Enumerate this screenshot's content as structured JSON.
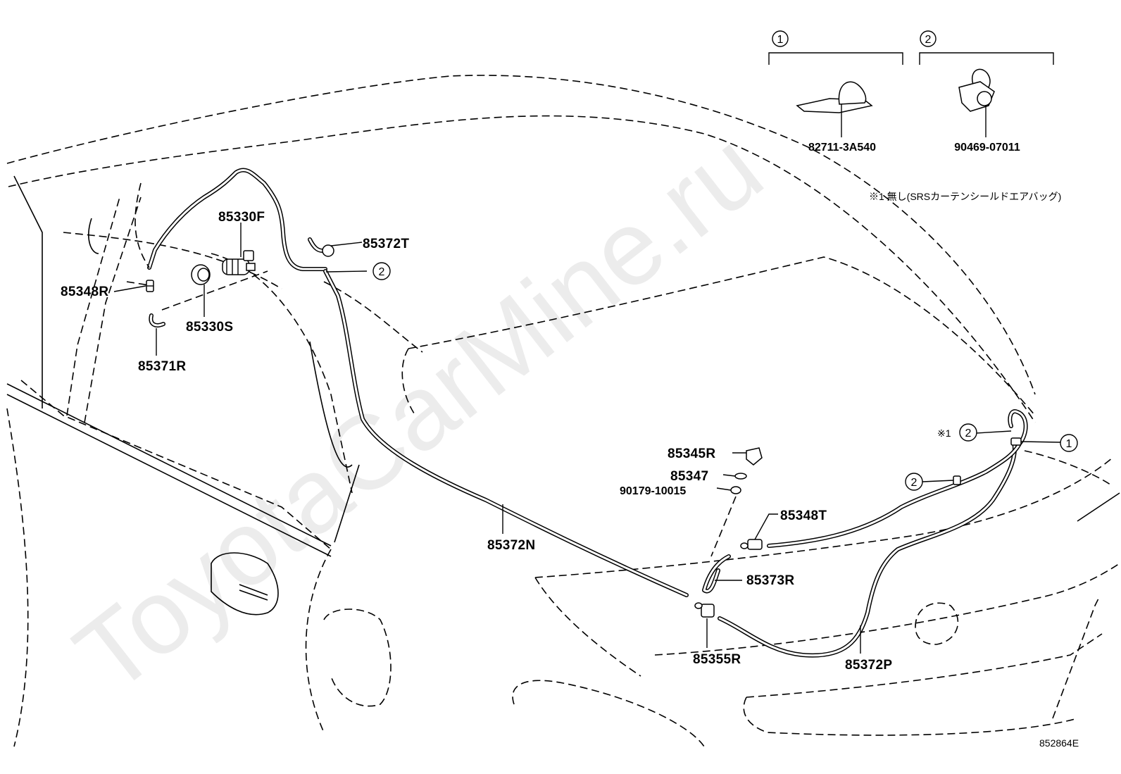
{
  "watermark": "ToyotaCarMine.ru",
  "diagram_code": "852864E",
  "note": "※1 無し(SRSカーテンシールドエアバッグ)",
  "note_ref_mark": "※1",
  "legend": [
    {
      "num": "1",
      "part": "82711-3A540"
    },
    {
      "num": "2",
      "part": "90469-07011"
    }
  ],
  "parts": {
    "p85330F": "85330F",
    "p85372T": "85372T",
    "p85348R": "85348R",
    "p85330S": "85330S",
    "p85371R": "85371R",
    "p85345R": "85345R",
    "p85347": "85347",
    "p90179": "90179-10015",
    "p85348T": "85348T",
    "p85373R": "85373R",
    "p85372N": "85372N",
    "p85355R": "85355R",
    "p85372P": "85372P"
  },
  "callouts": {
    "c1_top": "2",
    "c2_rear": "2",
    "c3_right": "1",
    "c4_lower": "2"
  }
}
